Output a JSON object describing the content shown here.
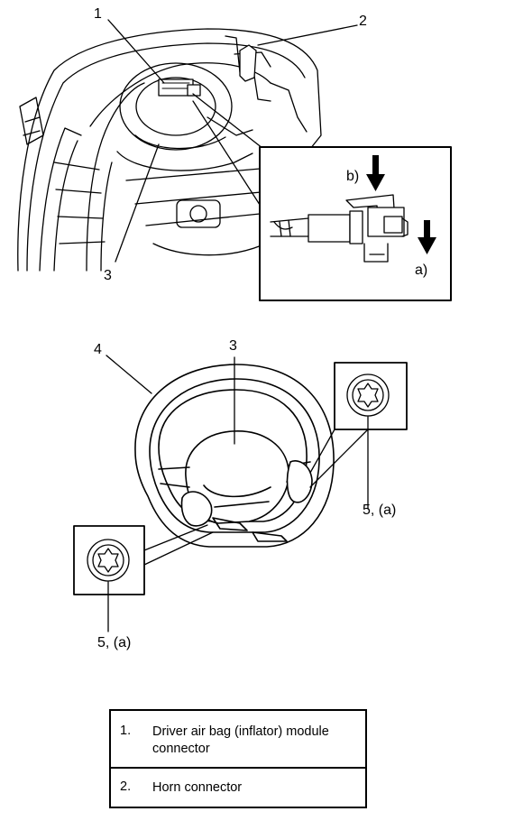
{
  "callouts": {
    "c1": "1",
    "c2": "2",
    "c3_top": "3",
    "c3_bottom": "3",
    "c4": "4",
    "c5_left": "5, (a)",
    "c5_right": "5, (a)",
    "detail_b": "b)",
    "detail_a": "a)"
  },
  "legend": [
    {
      "num": "1.",
      "text": "Driver air bag (inflator) module connector"
    },
    {
      "num": "2.",
      "text": "Horn connector"
    }
  ]
}
